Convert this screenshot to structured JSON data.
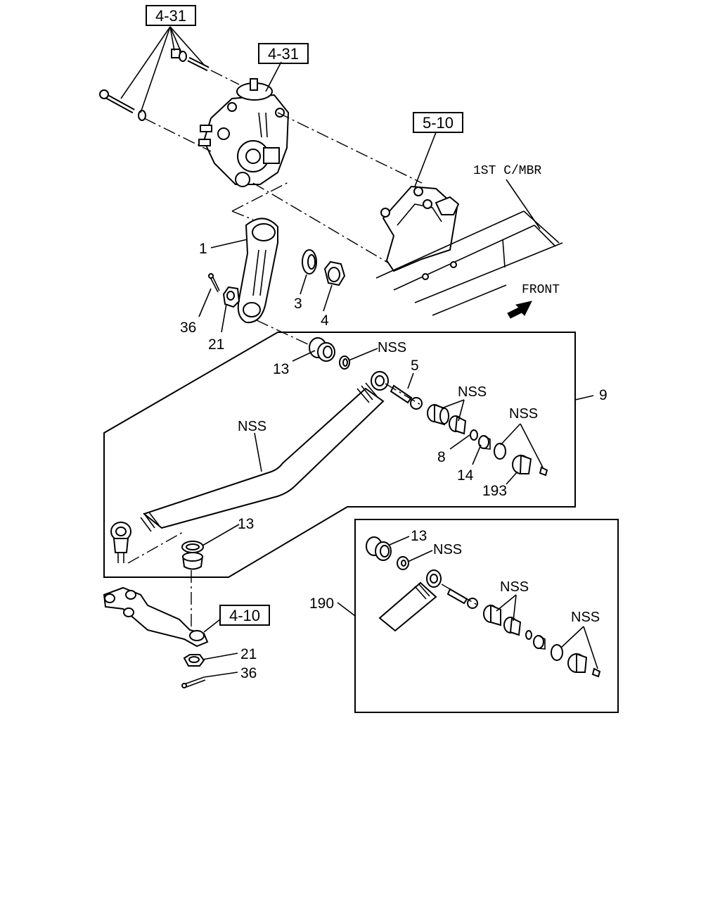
{
  "diagram": {
    "refs": {
      "gear_hardware_ref": "4-31",
      "gear_ref": "4-31",
      "frame_bracket_ref": "5-10",
      "knuckle_arm_ref": "4-10"
    },
    "labels": {
      "crossmember": "1ST C/MBR",
      "front": "FRONT"
    },
    "callouts": {
      "pitman_arm": "1",
      "lock_washer": "3",
      "nut": "4",
      "cotter_pin_top": "36",
      "castle_nut_top": "21",
      "seal_top": "13",
      "nss_top_seal": "NSS",
      "ball_stud": "5",
      "drag_link_assembly": "9",
      "nss_seats": "NSS",
      "nss_plug": "NSS",
      "spring": "8",
      "plug": "14",
      "end_cap": "193",
      "nss_tube": "NSS",
      "seal_lower": "13",
      "castle_nut_bottom": "21",
      "cotter_pin_bottom": "36",
      "end_kit": "190",
      "kit_seal": "13",
      "kit_nss_seal": "NSS",
      "kit_nss_seats": "NSS",
      "kit_nss_plug": "NSS"
    }
  }
}
